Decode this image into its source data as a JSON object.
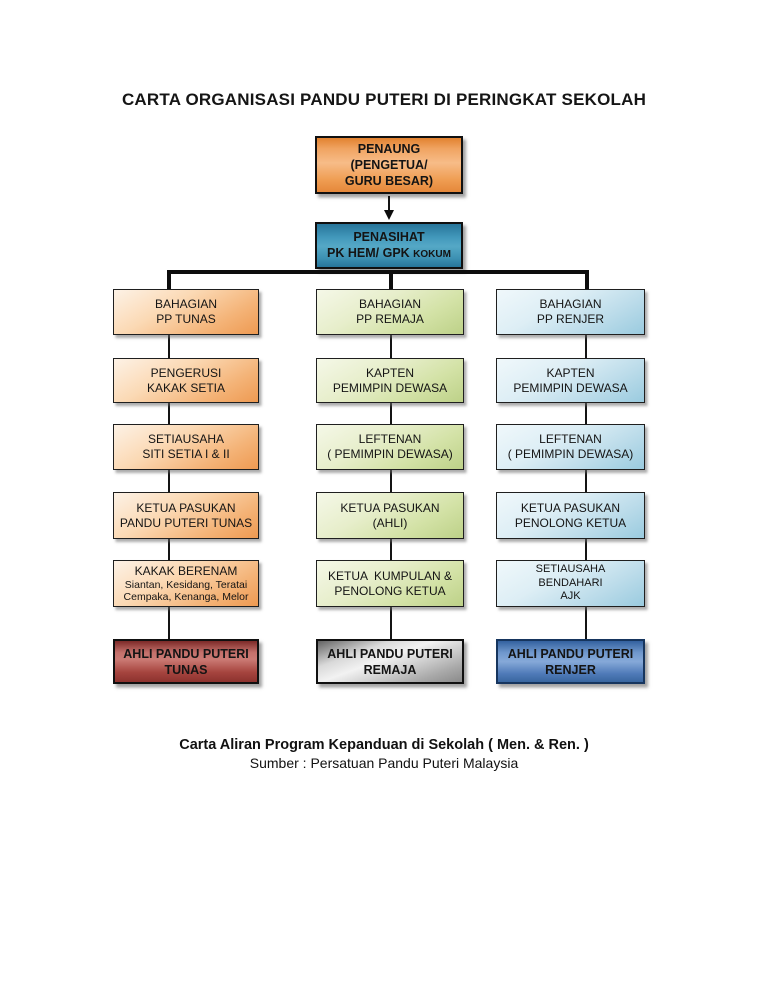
{
  "title": "CARTA ORGANISASI PANDU PUTERI DI PERINGKAT SEKOLAH",
  "penaung": {
    "line1": "PENAUNG",
    "line2": "(PENGETUA/",
    "line3": "GURU BESAR)"
  },
  "penasihat": {
    "line1": "PENASIHAT",
    "line2a": "PK HEM/ GPK ",
    "line2b": "KOKUM"
  },
  "colors": {
    "tunas_accent": "#EE9A52",
    "remaja_accent": "#BDD188",
    "renjer_accent": "#9ACBDF",
    "penaung_fill": "#EF9D52",
    "penasihat_fill": "#3C90B2",
    "ahli_tunas_fill": "#A6453F",
    "ahli_remaja_fill": "#B9B9B9",
    "ahli_renjer_fill": "#4F7AB8",
    "connector": "#0D0D0D"
  },
  "columns": [
    {
      "id": "pp-tunas",
      "boxes": [
        {
          "line1": "BAHAGIAN",
          "line2": "PP TUNAS"
        },
        {
          "line1": "PENGERUSI",
          "line2": "KAKAK SETIA"
        },
        {
          "line1": "SETIAUSAHA",
          "line2": "SITI SETIA I & II"
        },
        {
          "line1": "KETUA PASUKAN",
          "line2": "PANDU PUTERI TUNAS"
        },
        {
          "line1": "KAKAK BERENAM",
          "sub1": "Siantan, Kesidang, Teratai",
          "sub2": "Cempaka, Kenanga, Melor"
        },
        {
          "line1": "AHLI PANDU PUTERI",
          "line2": "TUNAS"
        }
      ]
    },
    {
      "id": "pp-remaja",
      "boxes": [
        {
          "line1": "BAHAGIAN",
          "line2": "PP REMAJA"
        },
        {
          "line1": "KAPTEN",
          "line2": "PEMIMPIN DEWASA"
        },
        {
          "line1": "LEFTENAN",
          "line2": "( PEMIMPIN DEWASA)"
        },
        {
          "line1": "KETUA PASUKAN",
          "line2": "(AHLI)"
        },
        {
          "line1": "KETUA  KUMPULAN &",
          "line2": "PENOLONG KETUA"
        },
        {
          "line1": "AHLI PANDU PUTERI",
          "line2": "REMAJA"
        }
      ]
    },
    {
      "id": "pp-renjer",
      "boxes": [
        {
          "line1": "BAHAGIAN",
          "line2": "PP RENJER"
        },
        {
          "line1": "KAPTEN",
          "line2": "PEMIMPIN DEWASA"
        },
        {
          "line1": "LEFTENAN",
          "line2": "( PEMIMPIN DEWASA)"
        },
        {
          "line1": "KETUA PASUKAN",
          "line2": "PENOLONG KETUA"
        },
        {
          "line1": "SETIAUSAHA",
          "line2": "BENDAHARI",
          "line3": "AJK"
        },
        {
          "line1": "AHLI PANDU PUTERI",
          "line2": "RENJER"
        }
      ]
    }
  ],
  "footer": {
    "line1": "Carta Aliran Program Kepanduan di Sekolah ( Men. & Ren. )",
    "line2": "Sumber : Persatuan Pandu Puteri Malaysia"
  }
}
